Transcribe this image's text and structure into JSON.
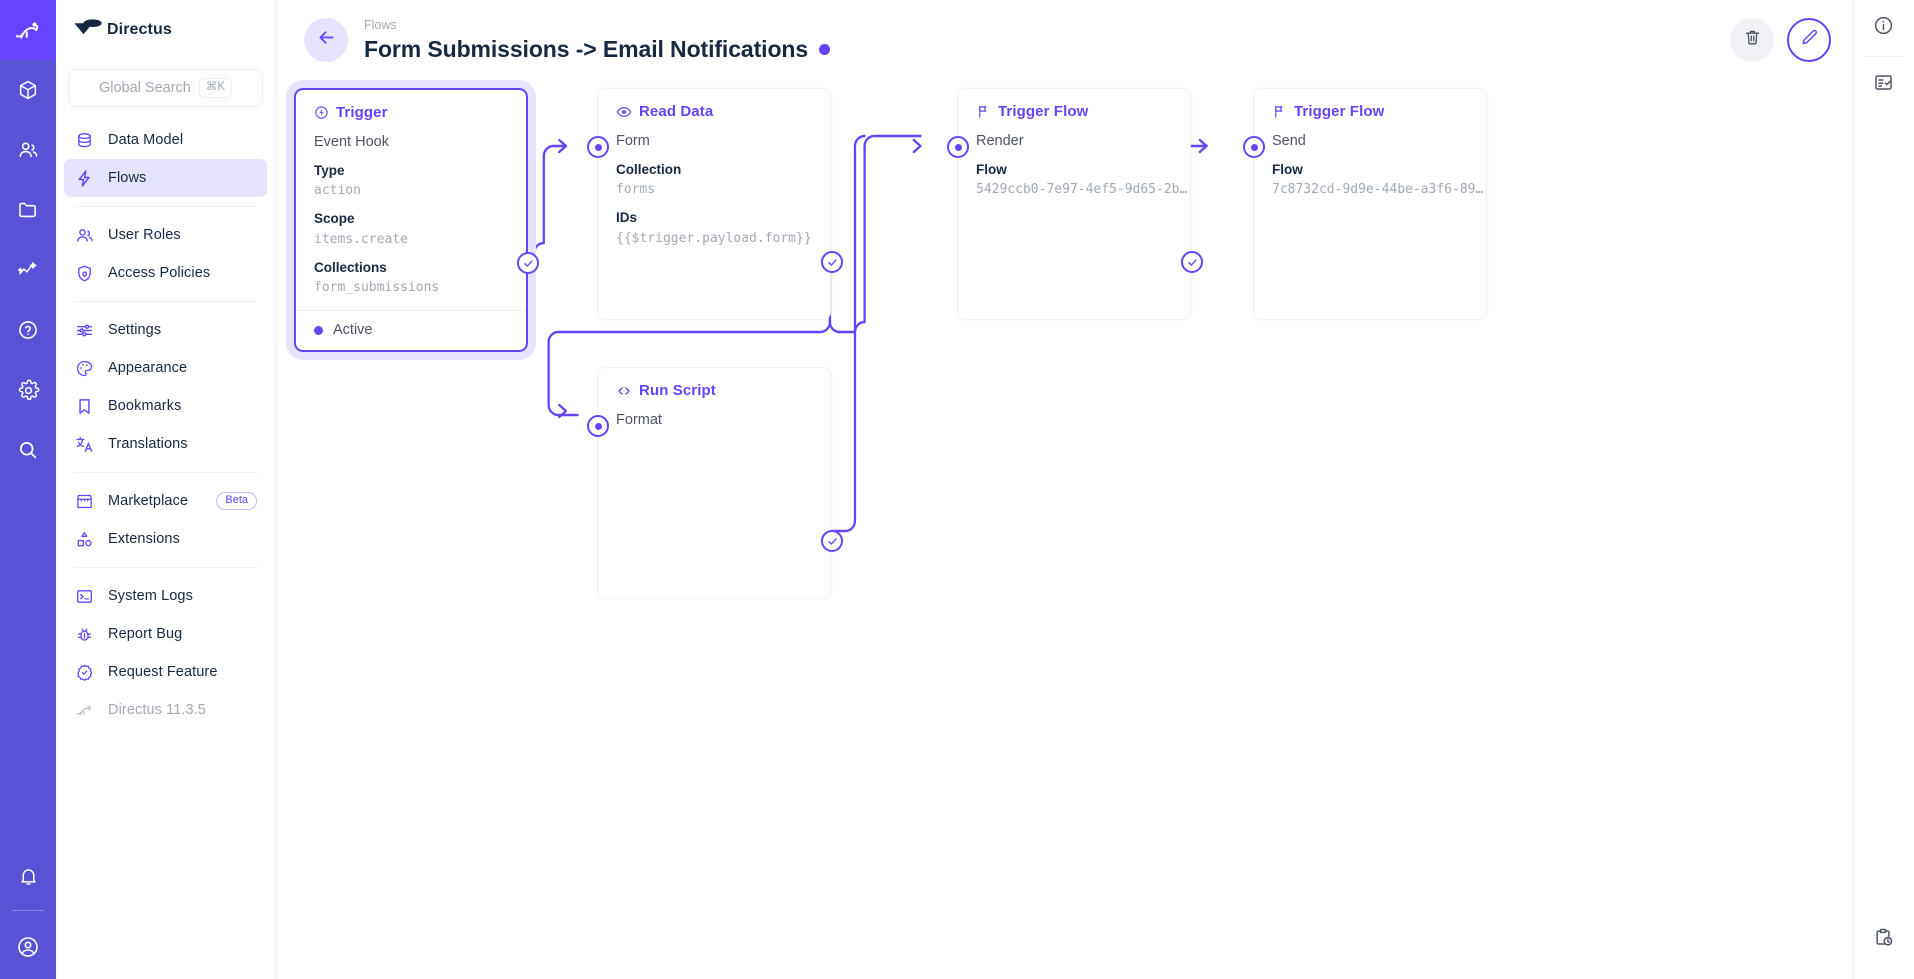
{
  "module_bar": {
    "items": [
      {
        "name": "directus-logo-icon",
        "label": "Directus",
        "active": true
      },
      {
        "name": "content-box-icon",
        "label": "Content"
      },
      {
        "name": "users-icon",
        "label": "User Directory"
      },
      {
        "name": "folder-icon",
        "label": "File Library"
      },
      {
        "name": "insights-chart-icon",
        "label": "Insights"
      },
      {
        "name": "help-circle-icon",
        "label": "Help"
      },
      {
        "name": "settings-gear-icon",
        "label": "Settings"
      },
      {
        "name": "search-icon",
        "label": "Search"
      }
    ],
    "bottom_items": [
      {
        "name": "notifications-bell-icon",
        "label": "Notifications"
      },
      {
        "name": "account-avatar-icon",
        "label": "Account"
      }
    ]
  },
  "sidebar": {
    "title": "Directus",
    "logo_icon": "directus-mark-icon",
    "search": {
      "placeholder": "Global Search",
      "shortcut": "⌘K"
    },
    "groups": [
      {
        "items": [
          {
            "icon": "database-icon",
            "label": "Data Model",
            "selected": false
          },
          {
            "icon": "flows-bolt-icon",
            "label": "Flows",
            "selected": true
          }
        ]
      },
      {
        "items": [
          {
            "icon": "user-roles-icon",
            "label": "User Roles",
            "selected": false
          },
          {
            "icon": "access-policies-shield-icon",
            "label": "Access Policies",
            "selected": false
          }
        ]
      },
      {
        "items": [
          {
            "icon": "sliders-icon",
            "label": "Settings",
            "selected": false
          },
          {
            "icon": "palette-icon",
            "label": "Appearance",
            "selected": false
          },
          {
            "icon": "bookmark-icon",
            "label": "Bookmarks",
            "selected": false
          },
          {
            "icon": "translate-icon",
            "label": "Translations",
            "selected": false
          }
        ]
      },
      {
        "items": [
          {
            "icon": "marketplace-store-icon",
            "label": "Marketplace",
            "badge": "Beta",
            "selected": false
          },
          {
            "icon": "extensions-icon",
            "label": "Extensions",
            "selected": false
          }
        ]
      },
      {
        "items": [
          {
            "icon": "terminal-icon",
            "label": "System Logs",
            "selected": false
          },
          {
            "icon": "bug-icon",
            "label": "Report Bug",
            "selected": false
          },
          {
            "icon": "feature-request-icon",
            "label": "Request Feature",
            "selected": false
          },
          {
            "icon": "directus-rabbit-icon",
            "label": "Directus 11.3.5",
            "muted": true,
            "selected": false
          }
        ]
      }
    ]
  },
  "header": {
    "back_icon": "arrow-left-icon",
    "breadcrumb": "Flows",
    "title": "Form Submissions -> Email Notifications",
    "status_dot_color": "#6644ff",
    "actions": [
      {
        "name": "delete-flow-button",
        "icon": "trash-icon",
        "label": "Delete"
      },
      {
        "name": "edit-flow-button",
        "icon": "pencil-icon",
        "label": "Edit"
      }
    ]
  },
  "right_rail": {
    "items": [
      {
        "icon": "info-circle-icon",
        "label": "Flow Info"
      },
      {
        "icon": "logs-checklist-icon",
        "label": "Logs"
      }
    ],
    "bottom_items": [
      {
        "icon": "activity-clipboard-clock-icon",
        "label": "Activity"
      }
    ]
  },
  "flow": {
    "nodes": [
      {
        "id": "trigger",
        "type_label": "Trigger",
        "type_icon": "trigger-bolt-circle-icon",
        "name": "Event Hook",
        "selected": true,
        "fields": [
          {
            "key": "Type",
            "value": "action"
          },
          {
            "key": "Scope",
            "value": "items.create"
          },
          {
            "key": "Collections",
            "value": "form_submissions"
          }
        ],
        "status": {
          "label": "Active",
          "color": "#6644ff"
        }
      },
      {
        "id": "read-data",
        "type_label": "Read Data",
        "type_icon": "eye-icon",
        "name": "Form",
        "fields": [
          {
            "key": "Collection",
            "value": "forms"
          },
          {
            "key": "IDs",
            "value": "{{$trigger.payload.form}}"
          }
        ]
      },
      {
        "id": "run-script",
        "type_label": "Run Script",
        "type_icon": "code-brackets-icon",
        "name": "Format",
        "fields": []
      },
      {
        "id": "trigger-flow-render",
        "type_label": "Trigger Flow",
        "type_icon": "flag-icon",
        "name": "Render",
        "fields": [
          {
            "key": "Flow",
            "value": "5429ccb0-7e97-4ef5-9d65-2b…"
          }
        ]
      },
      {
        "id": "trigger-flow-send",
        "type_label": "Trigger Flow",
        "type_icon": "flag-icon",
        "name": "Send",
        "fields": [
          {
            "key": "Flow",
            "value": "7c8732cd-9d9e-44be-a3f6-89…"
          }
        ]
      }
    ],
    "accent_color": "#6644ff",
    "edge_color": "#6644ff"
  }
}
